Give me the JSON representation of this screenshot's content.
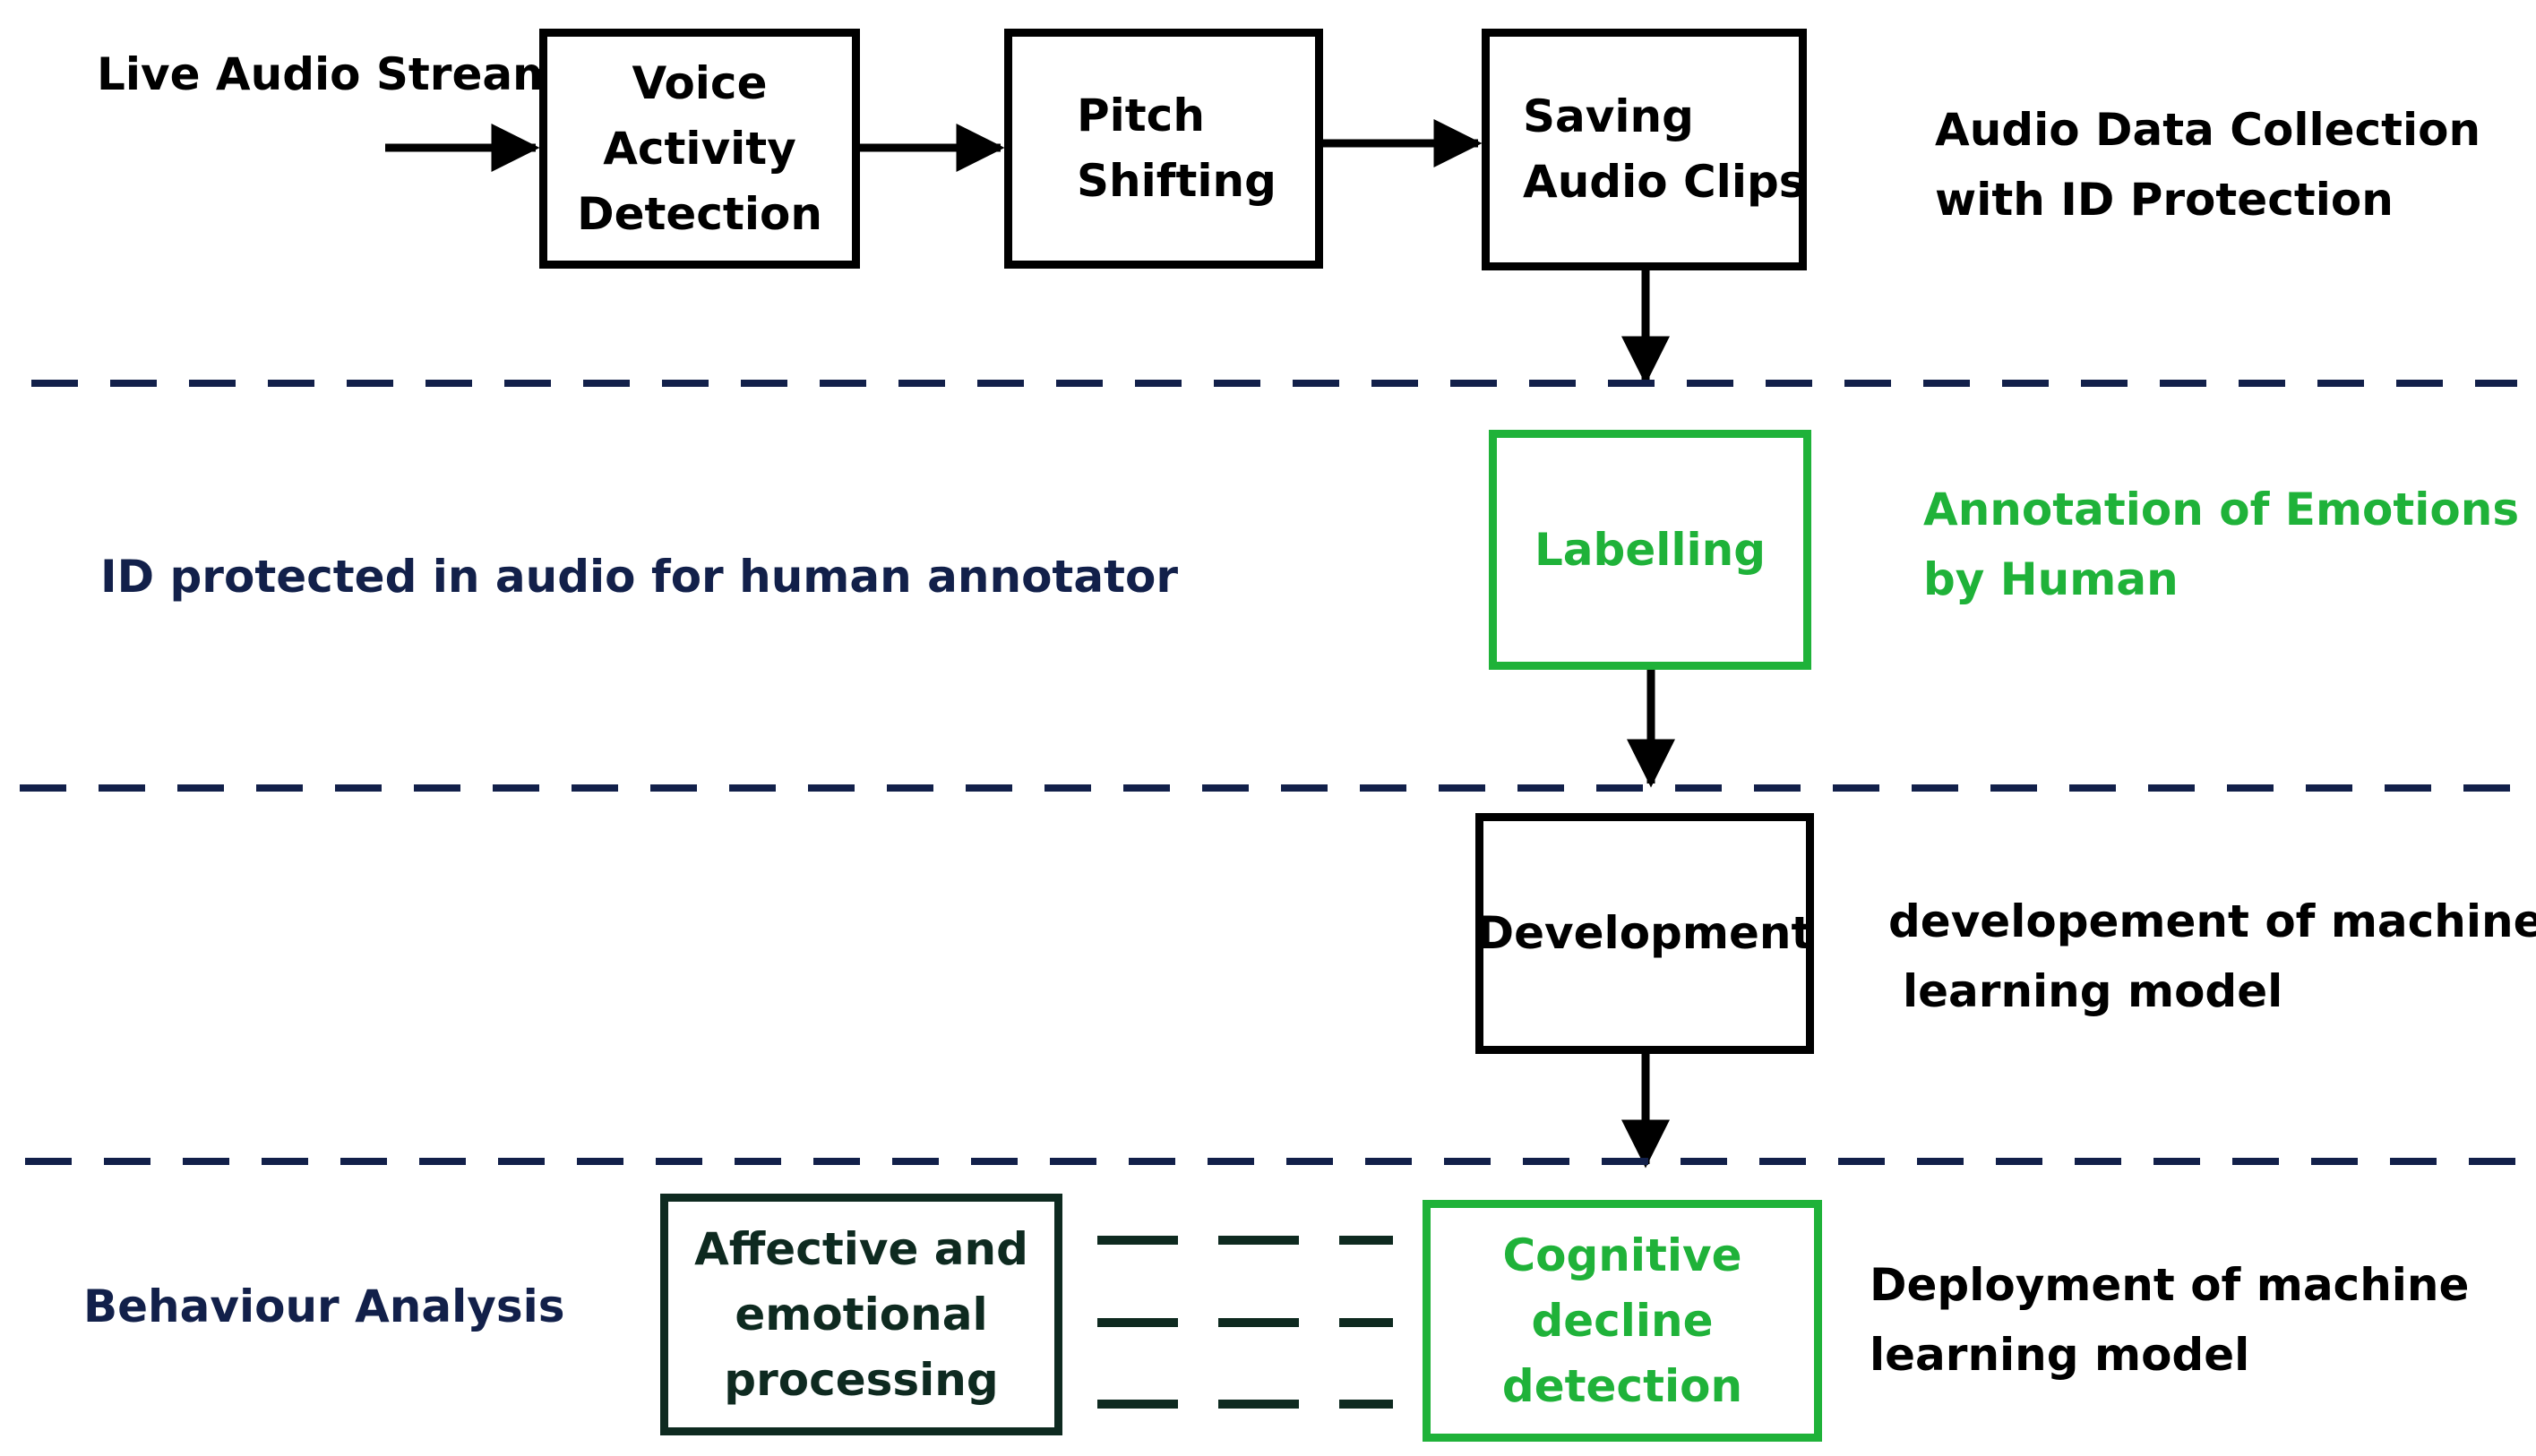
{
  "colors": {
    "black": "#000000",
    "green": "#1fb239",
    "navy": "#12204a",
    "dark_teal": "#0e2a20"
  },
  "top_stage": {
    "input_label": "Live Audio Stream",
    "vad_box": [
      "Voice",
      "Activity",
      "Detection"
    ],
    "pitch_box": [
      "Pitch",
      "Shifting"
    ],
    "saving_box": [
      "Saving",
      "Audio Clips"
    ],
    "description": [
      "Audio Data Collection",
      "with ID Protection"
    ]
  },
  "annotation_stage": {
    "left_note": "ID protected in audio for human annotator",
    "box": "Labelling",
    "description": [
      "Annotation of Emotions",
      "by Human"
    ]
  },
  "development_stage": {
    "box": "Development",
    "description": [
      "developement of machine",
      "learning model"
    ]
  },
  "deployment_stage": {
    "left_note": "Behaviour Analysis",
    "affective_box": [
      "Affective and",
      "emotional",
      "processing"
    ],
    "cognitive_box": [
      "Cognitive",
      "decline",
      "detection"
    ],
    "description": [
      "Deployment of machine",
      "learning model"
    ]
  }
}
